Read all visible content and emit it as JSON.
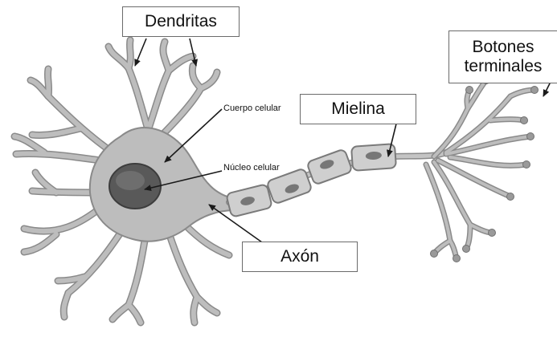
{
  "labels": {
    "dendritas": "Dendritas",
    "botones_line1": "Botones",
    "botones_line2": "terminales",
    "mielina": "Mielina",
    "axon": "Axón",
    "cuerpo_celular": "Cuerpo celular",
    "nucleo_celular": "Núcleo celular"
  },
  "colors": {
    "membrane_fill": "#bdbdbd",
    "membrane_stroke": "#8a8a8a",
    "myelin_fill": "#cfcfcf",
    "myelin_stroke": "#7a7a7a",
    "nucleus_fill": "#595959",
    "arrow": "#1a1a1a"
  }
}
